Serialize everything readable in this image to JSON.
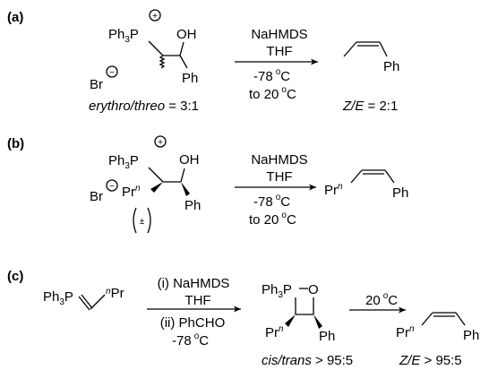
{
  "panel_a": {
    "label": "(a)",
    "reagent_1": "NaHMDS",
    "reagent_2": "THF",
    "cond_1": "-78",
    "cond_1_unit": "C",
    "cond_2": "to 20",
    "cond_2_unit": "C",
    "degree": "o",
    "ph3": "Ph",
    "sub3": "3",
    "p": "P",
    "plus": "+",
    "oh": "OH",
    "ph": "Ph",
    "br": "Br",
    "minus": "−",
    "ratio_italic": "erythro/threo",
    "ratio_value": " = 3:1",
    "product_ph": "Ph",
    "prod_ratio_italic": "Z/E",
    "prod_ratio_value": " = 2:1"
  },
  "panel_b": {
    "label": "(b)",
    "reagent_1": "NaHMDS",
    "reagent_2": "THF",
    "cond_1": "-78",
    "cond_1_unit": "C",
    "cond_2": "to 20",
    "cond_2_unit": "C",
    "degree": "o",
    "ph3": "Ph",
    "sub3": "3",
    "p": "P",
    "plus": "+",
    "oh": "OH",
    "ph": "Ph",
    "br": "Br",
    "minus": "−",
    "pr": "Pr",
    "n": "n",
    "racemic": "±",
    "product_pr": "Pr",
    "product_n": "n",
    "product_ph": "Ph"
  },
  "panel_c": {
    "label": "(c)",
    "ph3": "Ph",
    "sub3": "3",
    "p": "P",
    "n": "n",
    "pr": "Pr",
    "step1": "(i) NaHMDS",
    "step1b": "THF",
    "step2": "(ii) PhCHO",
    "step2b": "-78",
    "step2b_unit": "C",
    "degree": "o",
    "oxa_ph3p": "Ph",
    "oxa_sub3": "3",
    "oxa_p": "P",
    "oxa_o": "O",
    "oxa_pr": "Pr",
    "oxa_n": "n",
    "oxa_ph": "Ph",
    "oxa_ratio_italic": "cis/trans",
    "oxa_ratio_value": " > 95:5",
    "temp2": "20",
    "temp2_unit": "C",
    "product_pr": "Pr",
    "product_n": "n",
    "product_ph": "Ph",
    "prod_ratio_italic": "Z/E",
    "prod_ratio_value": " > 95:5"
  }
}
